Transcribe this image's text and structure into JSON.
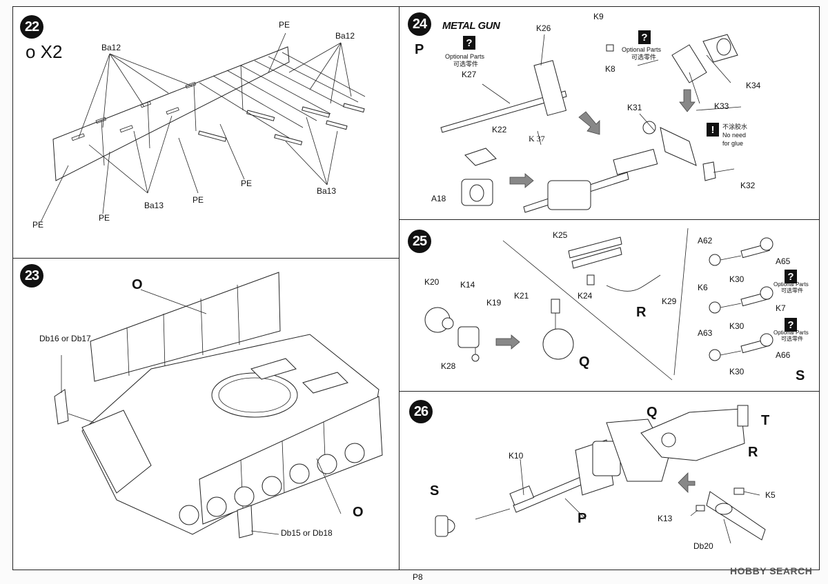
{
  "page_number": "P8",
  "watermark": "HOBBY SEARCH",
  "step22": {
    "number": "22",
    "multiplier": "o X2",
    "labels": {
      "ba12_left": "Ba12",
      "ba12_right": "Ba12",
      "ba13_mid": "Ba13",
      "ba13_right": "Ba13",
      "pe_top": "PE",
      "pe_1": "PE",
      "pe_2": "PE",
      "pe_3": "PE",
      "pe_4": "PE"
    }
  },
  "step23": {
    "number": "23",
    "labels": {
      "o_top": "O",
      "o_bottom": "O",
      "db16": "Db16 or Db17",
      "db15": "Db15 or Db18"
    }
  },
  "step24": {
    "number": "24",
    "title": "METAL GUN",
    "subassembly": "P",
    "optional_text": "Optional Parts",
    "optional_cn": "可选零件",
    "no_glue_cn": "不涂胶水",
    "no_glue_en": "No need",
    "no_glue_en2": "for glue",
    "badge_q": "?",
    "badge_ex": "!",
    "labels": {
      "k26": "K26",
      "k27": "K27",
      "k22": "K22",
      "k37": "K 37",
      "a18": "A18",
      "k9": "K9",
      "k8": "K8",
      "k33": "K33",
      "k34": "K34",
      "k31": "K31",
      "k32": "K32"
    }
  },
  "step25": {
    "number": "25",
    "subassemblies": {
      "q": "Q",
      "r": "R",
      "s": "S"
    },
    "optional_text": "Optional Parts",
    "optional_cn": "可选零件",
    "badge_q": "?",
    "labels": {
      "k20": "K20",
      "k14": "K14",
      "k19": "K19",
      "k28": "K28",
      "k21": "K21",
      "k25": "K25",
      "k24": "K24",
      "k29": "K29",
      "a62": "A62",
      "a65": "A65",
      "k30a": "K30",
      "k6": "K6",
      "k7": "K7",
      "k30b": "K30",
      "a63": "A63",
      "a66": "A66",
      "k30c": "K30"
    }
  },
  "step26": {
    "number": "26",
    "subassemblies": {
      "q": "Q",
      "t": "T",
      "r": "R",
      "s": "S",
      "p": "P"
    },
    "labels": {
      "k10": "K10",
      "k5": "K5",
      "k13": "K13",
      "db20": "Db20"
    }
  }
}
